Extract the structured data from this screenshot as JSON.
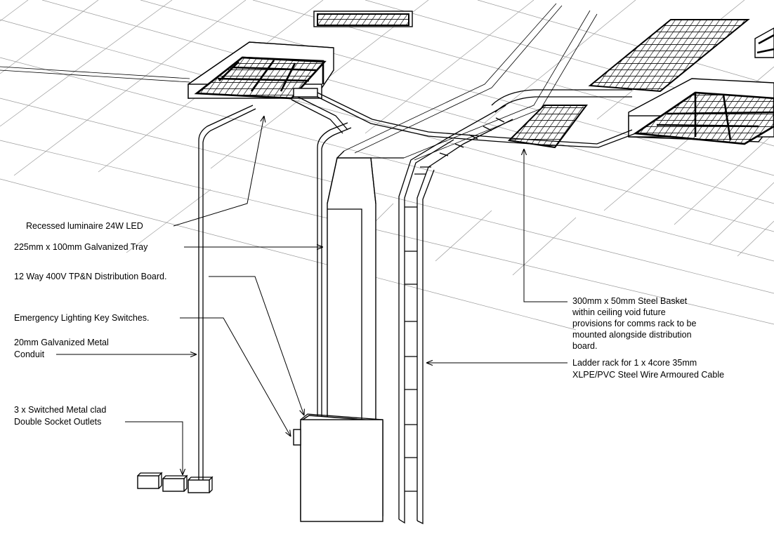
{
  "labels": {
    "luminaire": "Recessed luminaire 24W LED",
    "tray": "225mm  x 100mm Galvanized Tray",
    "board": "12 Way 400V TP&N Distribution  Board.",
    "keyswitch": "Emergency Lighting Key Switches.",
    "conduit_1": "20mm Galvanized Metal",
    "conduit_2": "Conduit",
    "sockets_1": "3 x  Switched Metal clad",
    "sockets_2": "Double Socket Outlets",
    "basket_1": "300mm x 50mm Steel Basket",
    "basket_2": "within ceiling void future",
    "basket_3": "provisions  for comms rack to be",
    "basket_4": "mounted alongside distribution",
    "basket_5": "board.",
    "ladder_1": "Ladder rack for 1 x 4core 35mm",
    "ladder_2": "XLPE/PVC Steel Wire Armoured Cable"
  },
  "colors": {
    "line": "#000000",
    "ceiling_grid": "#9a9a9a",
    "background": "#ffffff"
  }
}
